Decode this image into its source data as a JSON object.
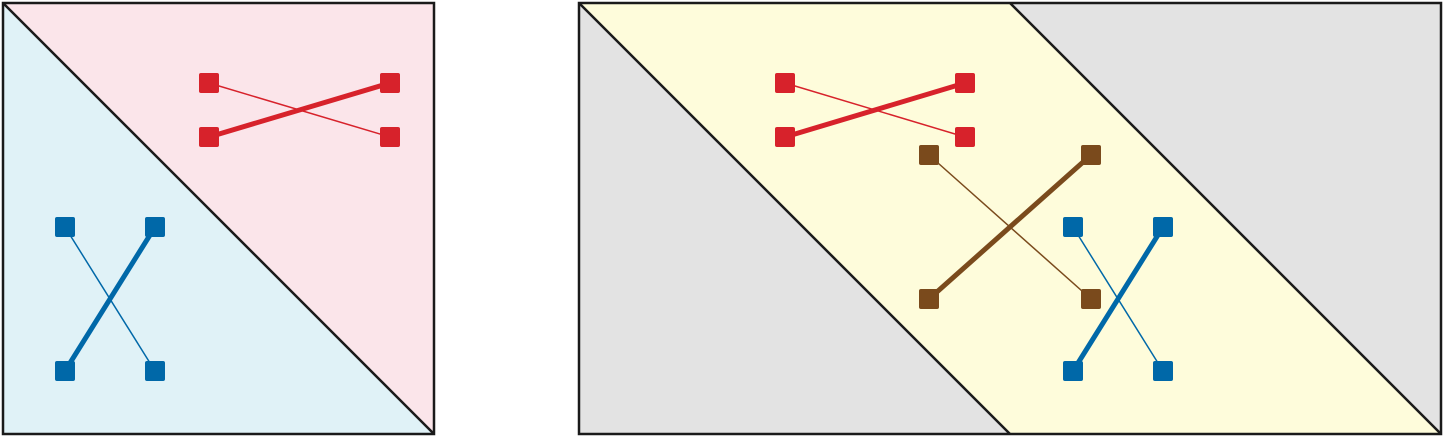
{
  "colors": {
    "pink_region": "#fbe5ea",
    "blue_region": "#e0f2f7",
    "yellow_region": "#fefcdb",
    "gray_region": "#e3e3e3",
    "red": "#d7222b",
    "blue": "#0068a8",
    "brown": "#7a4a1c",
    "outline": "#1a1a1a"
  },
  "panels": [
    {
      "id": "left",
      "regions": [
        {
          "name": "upper-triangle",
          "color_key": "pink_region"
        },
        {
          "name": "lower-triangle",
          "color_key": "blue_region"
        }
      ],
      "crossings": [
        {
          "name": "red-crossing",
          "color_key": "red",
          "orientation": "horizontal"
        },
        {
          "name": "blue-crossing",
          "color_key": "blue",
          "orientation": "vertical"
        }
      ]
    },
    {
      "id": "right",
      "regions": [
        {
          "name": "left-gray-triangle",
          "color_key": "gray_region"
        },
        {
          "name": "middle-yellow-band",
          "color_key": "yellow_region"
        },
        {
          "name": "right-gray-triangle",
          "color_key": "gray_region"
        }
      ],
      "crossings": [
        {
          "name": "red-crossing",
          "color_key": "red",
          "orientation": "horizontal"
        },
        {
          "name": "brown-crossing",
          "color_key": "brown",
          "orientation": "square"
        },
        {
          "name": "blue-crossing",
          "color_key": "blue",
          "orientation": "vertical"
        }
      ]
    }
  ]
}
